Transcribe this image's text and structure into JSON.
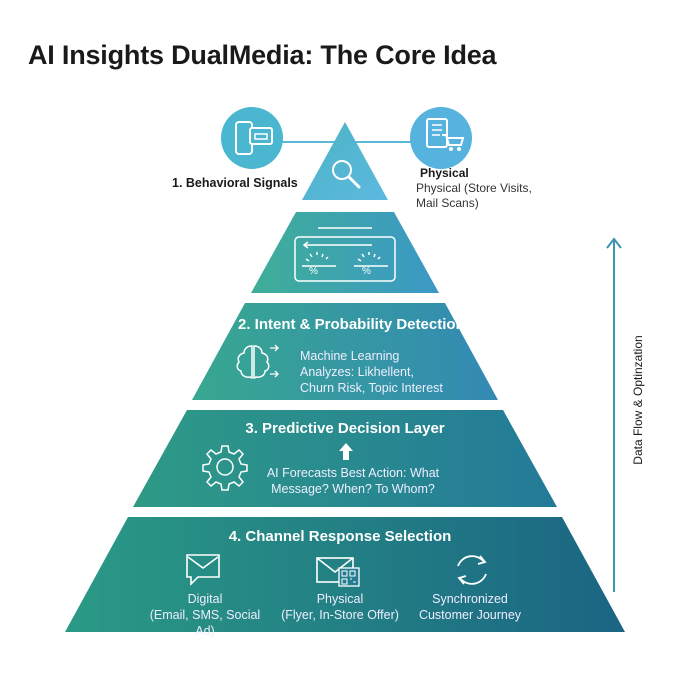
{
  "title": "AI Insights DualMedia: The Core Idea",
  "top": {
    "left_label": "1. Behavioral Signals",
    "right_heading": "Physical",
    "right_text_1": "Physical (Store Visits,",
    "right_text_2": "Mail Scans)"
  },
  "tier2": {
    "heading": "2. Intent & Probability Detection",
    "line1": "Machine Learning",
    "line2": "Analyzes: Likhellent,",
    "line3": "Churn Risk, Topic Interest",
    "gauge_symbol": "%"
  },
  "tier3": {
    "heading": "3. Predictive Decision Layer",
    "line1": "AI Forecasts Best Action: What",
    "line2": "Message? When? To Whom?"
  },
  "tier4": {
    "heading": "4. Channel Response Selection",
    "items": [
      {
        "line1": "Digital",
        "line2": "(Email, SMS, Social Ad)"
      },
      {
        "line1": "Physical",
        "line2": "(Flyer, In-Store Offer)"
      },
      {
        "line1": "Synchronized",
        "line2": "Customer Journey"
      }
    ]
  },
  "side_arrow_label": "Data Flow & Optinzation",
  "colors": {
    "teal": "#3aa58f",
    "blue": "#3a9cc0",
    "dark": "#1c6a85",
    "light": "#5bb8d8"
  }
}
